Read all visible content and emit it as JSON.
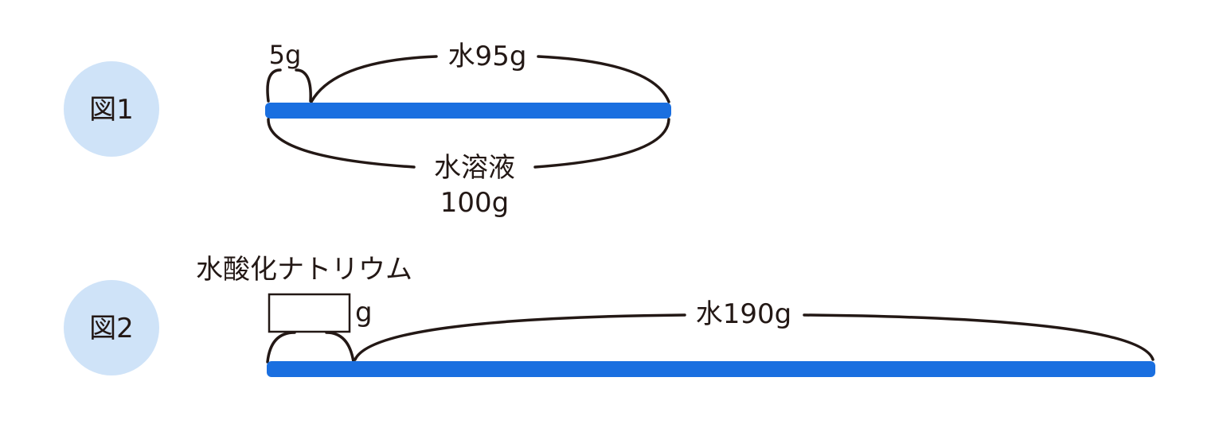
{
  "colors": {
    "bar": "#1a6fe0",
    "badge": "#cfe3f8",
    "ink": "#231815"
  },
  "figure1": {
    "badge_label": "図1",
    "left_part_label": "5g",
    "right_part_label": "水95g",
    "total_label_line1": "水溶液",
    "total_label_line2": "100g"
  },
  "figure2": {
    "badge_label": "図2",
    "unknown_label": "水酸化ナトリウム",
    "unknown_unit": "g",
    "right_part_label": "水190g"
  }
}
